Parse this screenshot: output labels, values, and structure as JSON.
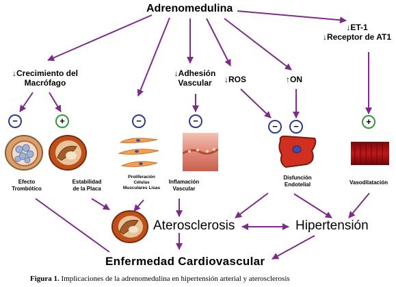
{
  "title": "Adrenomedulina",
  "nodes": {
    "macrophage": "↓Crecimiento del\nMacrófago",
    "adhesion": "↓Adhesión\nVascular",
    "ros": "↓ROS",
    "no": "↑ON",
    "et1": "↓ET-1\n↓Receptor de AT1"
  },
  "signs": [
    "−",
    "+",
    "−",
    "−",
    "−",
    "−",
    "+"
  ],
  "labels": {
    "thrombotic": "Efecto\nTrombótico",
    "plaque": "Estabilidad\nde la Placa",
    "proliferation_1": "Proliferación",
    "proliferation_2": "Células",
    "proliferation_3": "Musculares Lisas",
    "inflammation": "Inflamación\nVascular",
    "dysfunction": "Disfunción\nEndotelial",
    "vasodilation": "Vasodilatación"
  },
  "outcomes": {
    "atherosclerosis": "Aterosclerosis",
    "hypertension": "Hipertensión",
    "cvd": "Enfermedad Cardiovascular"
  },
  "caption": {
    "label": "Figura 1.",
    "text": " Implicaciones de la adrenomedulina en hipertensión arterial y aterosclerosis"
  },
  "colors": {
    "arrow": "#7e2a8a",
    "minus_ring": "#2b3a9a",
    "plus_ring": "#2f9a3a"
  }
}
